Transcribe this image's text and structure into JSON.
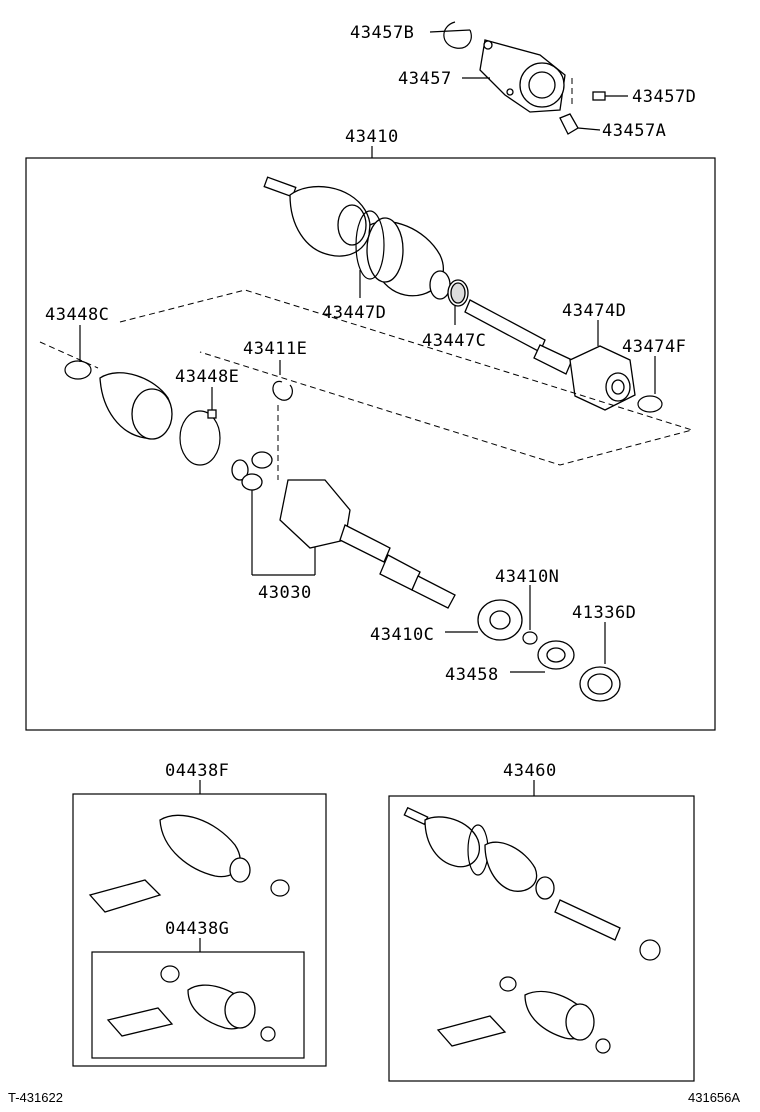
{
  "labels": {
    "p43457B": "43457B",
    "p43457": "43457",
    "p43457D": "43457D",
    "p43457A": "43457A",
    "p43410": "43410",
    "p43448C": "43448C",
    "p43447D": "43447D",
    "p43447C": "43447C",
    "p43474D": "43474D",
    "p43474F": "43474F",
    "p43411E": "43411E",
    "p43448E": "43448E",
    "p43030": "43030",
    "p43410N": "43410N",
    "p41336D": "41336D",
    "p43410C": "43410C",
    "p43458": "43458",
    "p04438F": "04438F",
    "p04438G": "04438G",
    "p43460": "43460"
  },
  "footer": {
    "left_code": "T-431622",
    "right_code": "431656A"
  }
}
